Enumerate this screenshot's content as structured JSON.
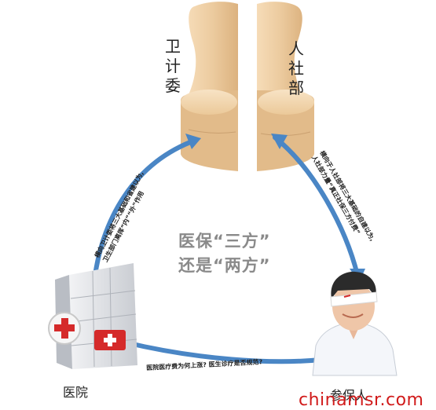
{
  "labels": {
    "weijiwei": "卫计委",
    "renshebu": "人社部",
    "hospital": "医院",
    "insured": "参保人"
  },
  "center": {
    "line1": "医保“三方”",
    "line2": "还是“两方”"
  },
  "annotations": {
    "left_line1": "横向卫计委将三大基础和省建以为,",
    "left_line2": "卫生部门离挥“内”“外”作用",
    "right_line1": "横向于人社部将三大基础的自建以为,",
    "right_line2": "人社部力量“真正社保三方付费”",
    "bottom": "医院医疗费为何上涨? 医生诊疗是否规范?"
  },
  "watermark": "chinamsr.com",
  "colors": {
    "arrow": "#4a86c5",
    "wood_light": "#efcfa6",
    "wood_dark": "#d8ae7c",
    "red_cross": "#d52a2a"
  }
}
